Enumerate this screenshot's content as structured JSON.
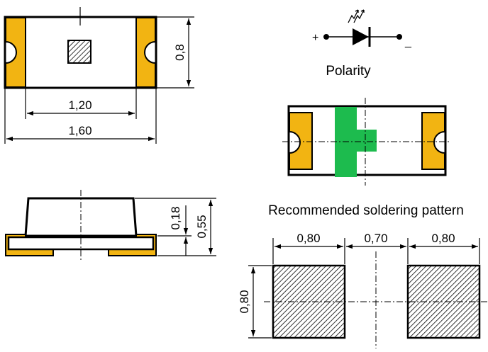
{
  "colors": {
    "pad": "#F2B412",
    "polarity_mark": "#1DBB4E",
    "outline": "#000000",
    "background": "#FFFFFF"
  },
  "top_view": {
    "height_dim": "0,8",
    "inner_width_dim": "1,20",
    "outer_width_dim": "1,60"
  },
  "polarity": {
    "caption": "Polarity",
    "plus": "+",
    "minus": "_"
  },
  "side_view": {
    "dim_body": "0,18",
    "dim_total": "0,55"
  },
  "soldering": {
    "caption": "Recommended soldering pattern",
    "pad_width": "0,80",
    "gap": "0,70",
    "pad_width_right": "0,80",
    "pad_height": "0,80"
  },
  "icons": [
    "led-diode-symbol-icon",
    "light-emission-arrows-icon"
  ]
}
